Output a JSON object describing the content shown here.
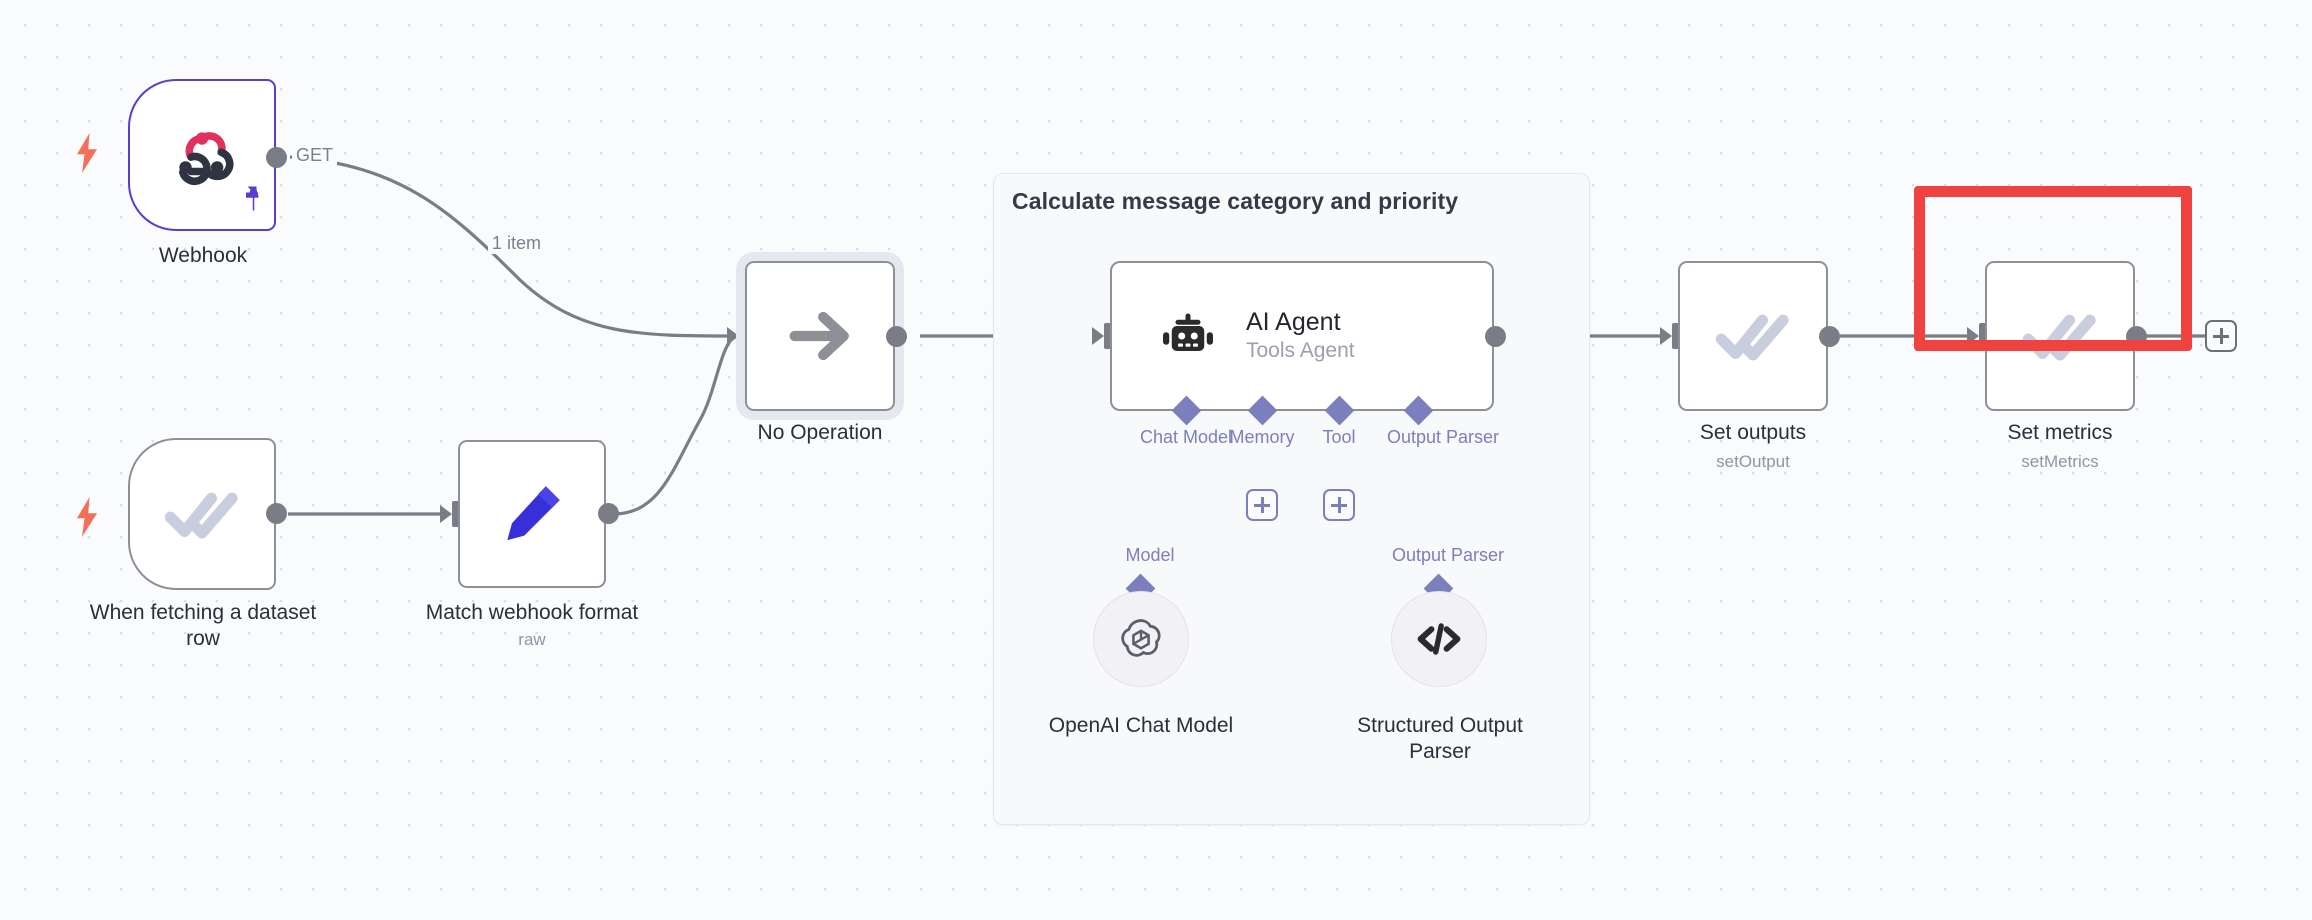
{
  "canvas": {
    "background_color": "#fafbfc",
    "grid_dot_color": "#d9dce3",
    "zoom_fit": "workflow"
  },
  "colors": {
    "accent_purple": "#7b7fbd",
    "webhook_border": "#5a3ecb",
    "selection_red": "#f0433f",
    "trigger_bolt": "#f2705a",
    "node_border": "#8e9098",
    "port_grey": "#7a7d86",
    "edit_pencil_blue": "#3730d8",
    "check_icon": "#c9cede"
  },
  "group": {
    "title": "Calculate message category and priority",
    "name": "sticky-note-group"
  },
  "nodes": [
    {
      "id": "webhook",
      "name": "Webhook",
      "sublabel": "",
      "icon": "webhook-icon",
      "type": "trigger",
      "pinned": true,
      "output_label": "GET"
    },
    {
      "id": "when-fetching-dataset-row",
      "name": "When fetching a dataset\nrow",
      "sublabel": "",
      "icon": "double-check-icon",
      "type": "trigger"
    },
    {
      "id": "match-webhook-format",
      "name": "Match webhook format",
      "sublabel": "raw",
      "icon": "pencil-icon",
      "type": "action"
    },
    {
      "id": "no-operation",
      "name": "No Operation",
      "sublabel": "",
      "icon": "arrow-right-icon",
      "type": "action",
      "selected_ring": true
    },
    {
      "id": "ai-agent",
      "name": "AI Agent",
      "sublabel": "Tools Agent",
      "icon": "robot-icon",
      "type": "agent"
    },
    {
      "id": "set-outputs",
      "name": "Set outputs",
      "sublabel": "setOutput",
      "icon": "double-check-icon",
      "type": "action"
    },
    {
      "id": "set-metrics",
      "name": "Set metrics",
      "sublabel": "setMetrics",
      "icon": "double-check-icon",
      "type": "action",
      "highlighted": true
    },
    {
      "id": "openai-chat-model",
      "name": "OpenAI Chat Model",
      "sublabel": "",
      "icon": "openai-icon",
      "type": "sub-node",
      "connector_label": "Model"
    },
    {
      "id": "structured-output-parser",
      "name": "Structured Output\nParser",
      "sublabel": "",
      "icon": "code-brackets-icon",
      "type": "sub-node",
      "connector_label": "Output Parser"
    }
  ],
  "agent_connectors": [
    {
      "label": "Chat Model",
      "has_plus": false
    },
    {
      "label": "Memory",
      "has_plus": true
    },
    {
      "label": "Tool",
      "has_plus": true
    },
    {
      "label": "Output Parser",
      "has_plus": false
    }
  ],
  "edges": [
    {
      "from": "webhook",
      "to": "no-operation",
      "label": "1 item"
    },
    {
      "from": "when-fetching-dataset-row",
      "to": "match-webhook-format",
      "label": ""
    },
    {
      "from": "match-webhook-format",
      "to": "no-operation",
      "label": ""
    },
    {
      "from": "no-operation",
      "to": "ai-agent",
      "label": ""
    },
    {
      "from": "ai-agent",
      "to": "set-outputs",
      "label": ""
    },
    {
      "from": "set-outputs",
      "to": "set-metrics",
      "label": ""
    },
    {
      "from": "set-metrics",
      "to": "add-node",
      "label": ""
    }
  ],
  "add_node_button": {
    "label": "+",
    "name": "add-node-button"
  }
}
